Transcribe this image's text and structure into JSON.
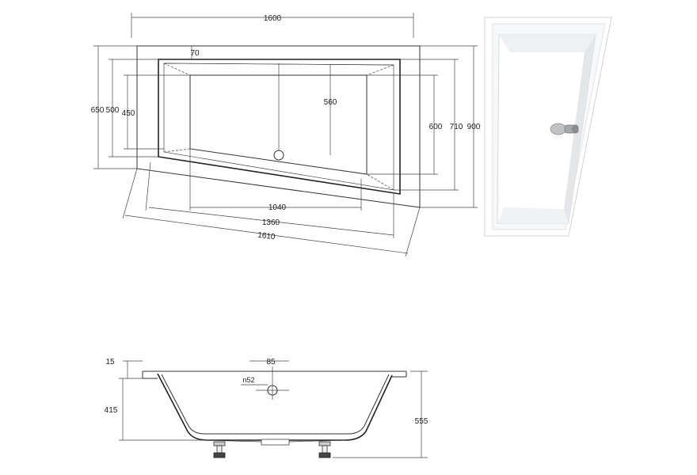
{
  "plan_view": {
    "dim_top_width": "1600",
    "dim_inner_offset": "70",
    "dim_center_depth": "560",
    "dim_left_outer": "650",
    "dim_left_mid": "500",
    "dim_left_inner": "450",
    "dim_right_inner": "600",
    "dim_right_mid": "710",
    "dim_right_outer": "900",
    "dim_bottom_inner": "1040",
    "dim_bottom_mid": "1360",
    "dim_bottom_outer": "1610"
  },
  "section_view": {
    "dim_rim": "15",
    "dim_drain_offset": "85",
    "dim_drain_dia": "n52",
    "dim_inner_depth": "415",
    "dim_total_height": "555"
  },
  "colors": {
    "line": "#333333",
    "tub_white": "#ffffff",
    "tub_shadow": "#d8dadc",
    "drain_metal": "#9a9a9a"
  }
}
